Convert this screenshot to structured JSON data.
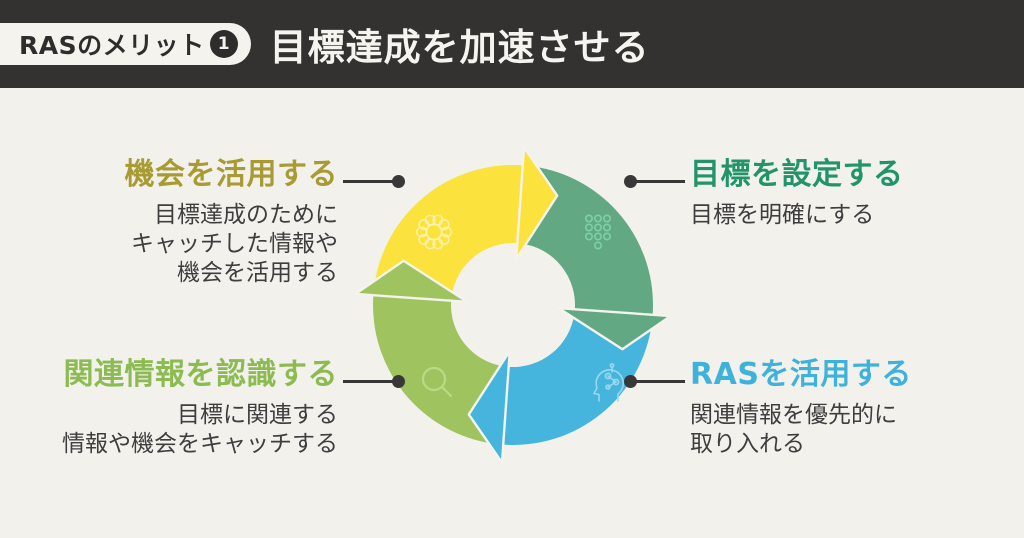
{
  "header": {
    "badge_label": "RASのメリット",
    "badge_number": "1",
    "title": "目標達成を加速させる"
  },
  "steps": {
    "top_left": {
      "title": "機会を活用する",
      "desc1": "目標達成のために",
      "desc2": "キャッチした情報や",
      "desc3": "機会を活用する",
      "icon": "flower-icon",
      "arrow_color_name": "yellow"
    },
    "top_right": {
      "title": "目標を設定する",
      "desc1": "目標を明確にする",
      "icon": "dots-grid-icon",
      "arrow_color_name": "green"
    },
    "bottom_left": {
      "title": "関連情報を認識する",
      "desc1": "目標に関連する",
      "desc2": "情報や機会をキャッチする",
      "icon": "search-icon",
      "arrow_color_name": "light-green"
    },
    "bottom_right": {
      "title": "RASを活用する",
      "desc1": "関連情報を優先的に",
      "desc2": "取り入れる",
      "icon": "ai-head-icon",
      "arrow_color_name": "blue"
    }
  },
  "colors": {
    "header_bg": "#333231",
    "page_bg": "#f3f1ec",
    "badge_bg": "#f5f3ee",
    "badge_text": "#2f2d2c",
    "title_text": "#f6f4ef",
    "desc_text": "#3e3e3e",
    "line_color": "#383838",
    "yellow": "#fbe23c",
    "green": "#62a983",
    "blue": "#45b5de",
    "light_green": "#9fc45f",
    "olive_text": "#a89b33",
    "green_text": "#21946a",
    "blue_text": "#3fb2dc",
    "light_green_text": "#8cbb52"
  }
}
